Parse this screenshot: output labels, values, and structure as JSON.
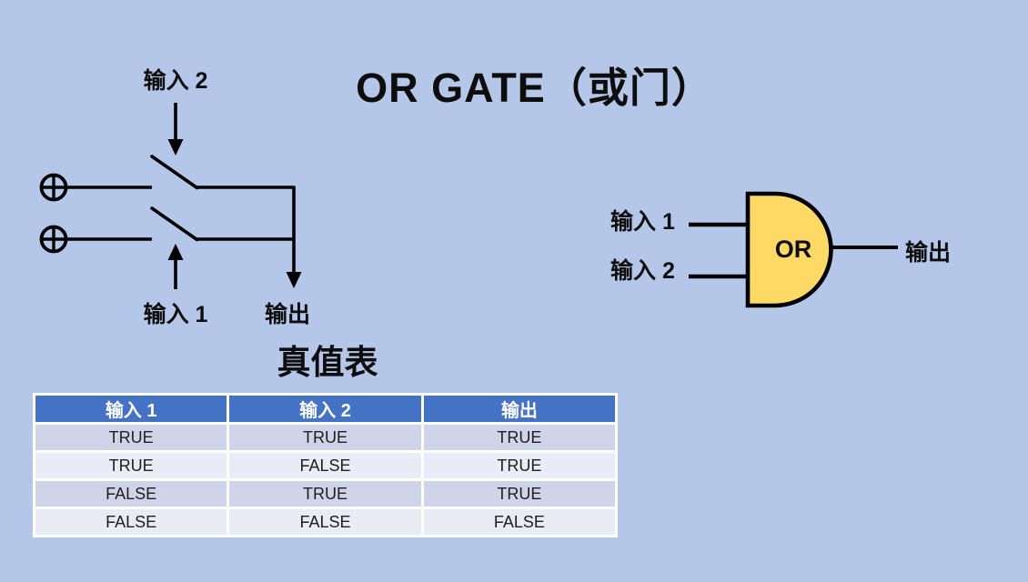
{
  "title": "OR GATE（或门）",
  "switch_circuit": {
    "input2_label": "输入 2",
    "input1_label": "输入 1",
    "output_label": "输出"
  },
  "gate_symbol": {
    "input1_label": "输入 1",
    "input2_label": "输入 2",
    "gate_label": "OR",
    "output_label": "输出",
    "fill_color": "#FFD966"
  },
  "truth_table": {
    "title": "真值表",
    "headers": [
      "输入 1",
      "输入 2",
      "输出"
    ],
    "rows": [
      [
        "TRUE",
        "TRUE",
        "TRUE"
      ],
      [
        "TRUE",
        "FALSE",
        "TRUE"
      ],
      [
        "FALSE",
        "TRUE",
        "TRUE"
      ],
      [
        "FALSE",
        "FALSE",
        "FALSE"
      ]
    ]
  },
  "colors": {
    "background": "#B5C7E8",
    "line": "#000000",
    "table_header_bg": "#4472C4",
    "table_row_odd": "#CFD4E8",
    "table_row_even": "#E9EBF5",
    "gate_fill": "#FFD966"
  }
}
